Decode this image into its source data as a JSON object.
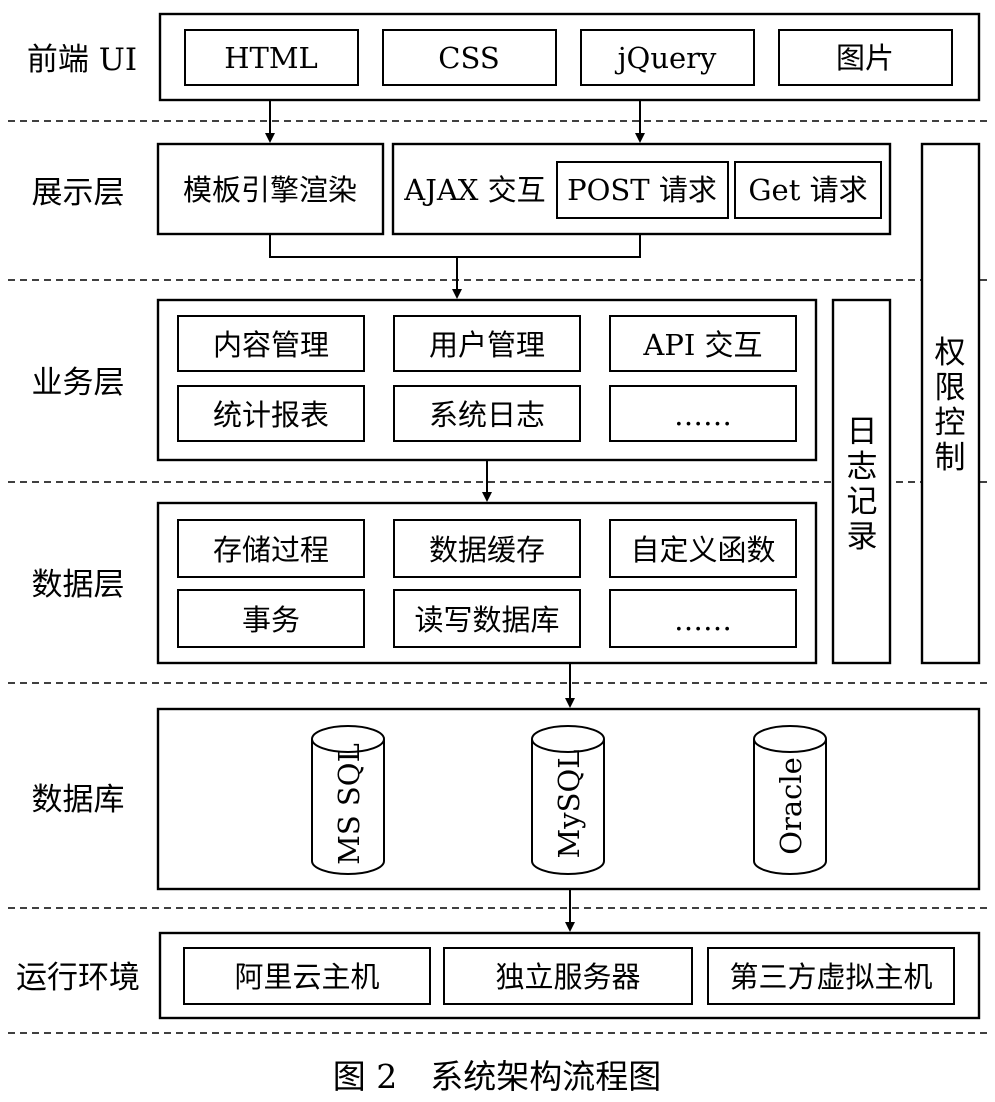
{
  "layers": {
    "frontend": "前端 UI",
    "presentation": "展示层",
    "business": "业务层",
    "data": "数据层",
    "database": "数据库",
    "runtime": "运行环境"
  },
  "frontend_items": [
    "HTML",
    "CSS",
    "jQuery",
    "图片"
  ],
  "presentation": {
    "template": "模板引擎渲染",
    "ajax": "AJAX 交互",
    "post": "POST 请求",
    "get": "Get 请求"
  },
  "business_items": [
    "内容管理",
    "用户管理",
    "API 交互",
    "统计报表",
    "系统日志",
    "……"
  ],
  "data_items": [
    "存储过程",
    "数据缓存",
    "自定义函数",
    "事务",
    "读写数据库",
    "……"
  ],
  "side": {
    "log": [
      "日",
      "志",
      "记",
      "录"
    ],
    "perm": [
      "权",
      "限",
      "控",
      "制"
    ]
  },
  "databases": [
    "MS SQL",
    "MySQL",
    "Oracle"
  ],
  "runtime_items": [
    "阿里云主机",
    "独立服务器",
    "第三方虚拟主机"
  ],
  "caption": "图 2　系统架构流程图"
}
